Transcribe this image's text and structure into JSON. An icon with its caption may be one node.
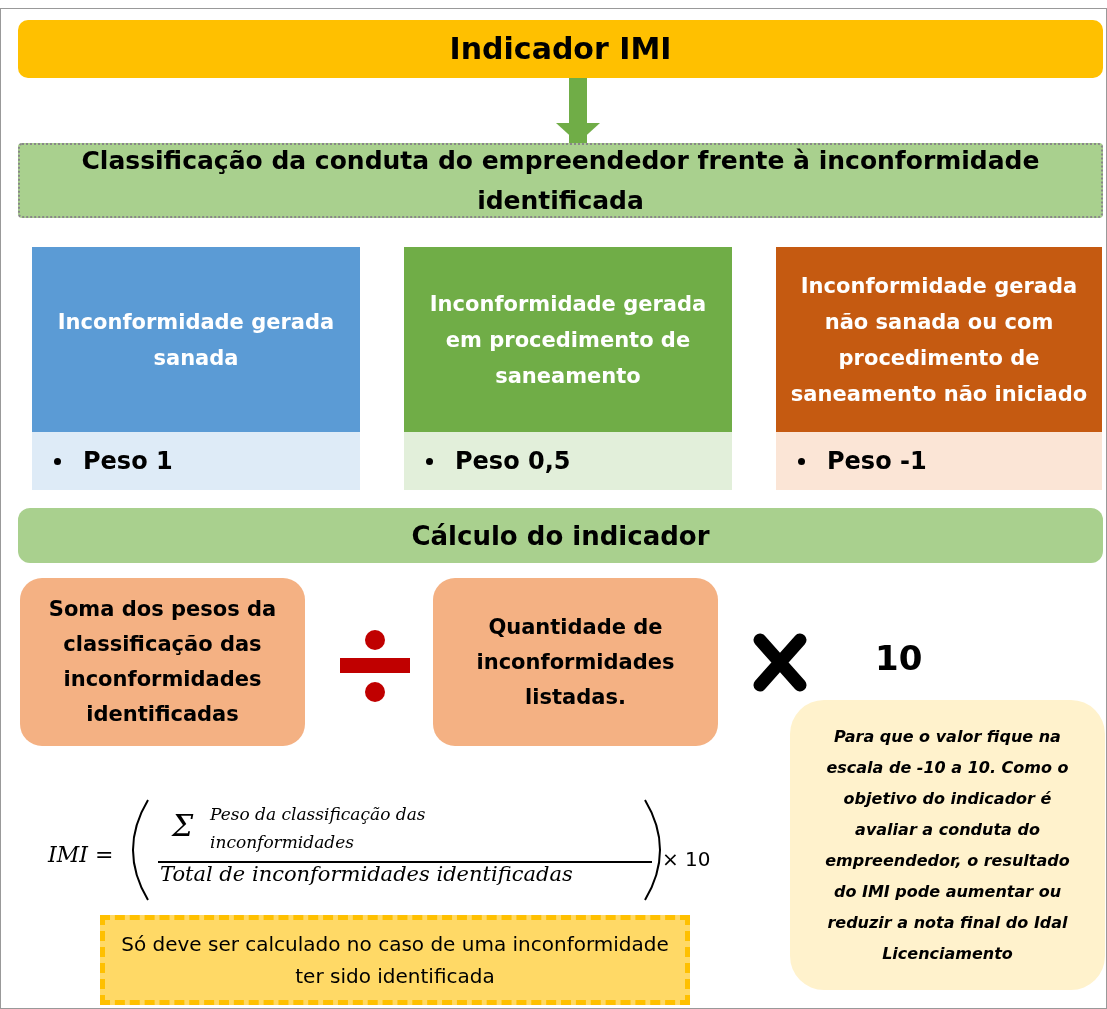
{
  "diagram": {
    "nodes": [
      {
        "text": [
          "Indicador IMI"
        ]
      },
      {
        "text": [
          "Classificação da conduta do empreendedor frente à inconformidade identificada"
        ]
      },
      {
        "text": [
          "Inconformidade gerada sanada",
          "Peso 1"
        ]
      },
      {
        "text": [
          "Inconformidade gerada em procedimento de saneamento",
          "Peso 0,5"
        ]
      },
      {
        "text": [
          "Inconformidade gerada não sanada ou com procedimento de saneamento não iniciado",
          "Peso -1"
        ]
      },
      {
        "text": [
          "Cálculo do indicador"
        ]
      },
      {
        "text": [
          "Soma dos pesos da classificação das inconformidades identificadas"
        ]
      },
      {
        "text": [
          "Quantidade de inconformidades listadas."
        ]
      },
      {
        "text": [
          "Para que o valor fique na escala de -10 a 10. Como o objetivo do indicador é avaliar a conduta do empreendedor, o resultado do IMI pode aumentar ou reduzir a nota final do Idal Licenciamento"
        ]
      },
      {
        "text": [
          "Só deve ser calculado no caso de uma inconformidade ter sido identificada"
        ]
      }
    ],
    "edges": [
      {
        "from": 0,
        "to": 1,
        "arrow": "to"
      }
    ],
    "labels": [
      "10",
      "IMI =",
      "Σ",
      "Peso da classificação das inconformidades",
      "Total de inconformidades identificadas",
      "× 10"
    ]
  }
}
